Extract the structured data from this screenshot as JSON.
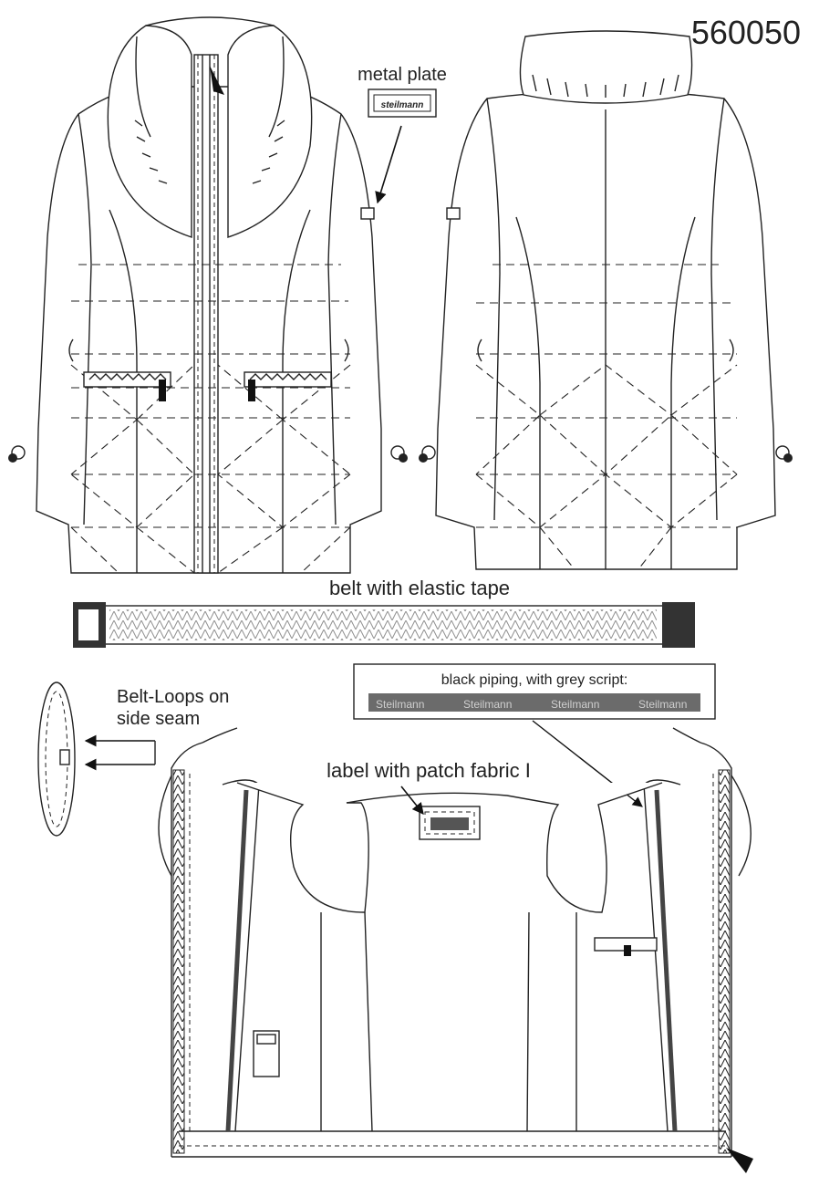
{
  "article_number": "560050",
  "labels": {
    "metal_plate": "metal plate",
    "metal_plate_logo": "steilmann",
    "belt": "belt with elastic tape",
    "belt_loops_line1": "Belt-Loops on",
    "belt_loops_line2": "side seam",
    "piping_title": "black piping, with grey script:",
    "piping_script": "Steilmann",
    "label_patch": "label with patch fabric I"
  },
  "colors": {
    "ink": "#222222",
    "piping_fill": "#6b6b6b",
    "piping_text": "#cfcfcf",
    "belt_end": "#333333"
  }
}
